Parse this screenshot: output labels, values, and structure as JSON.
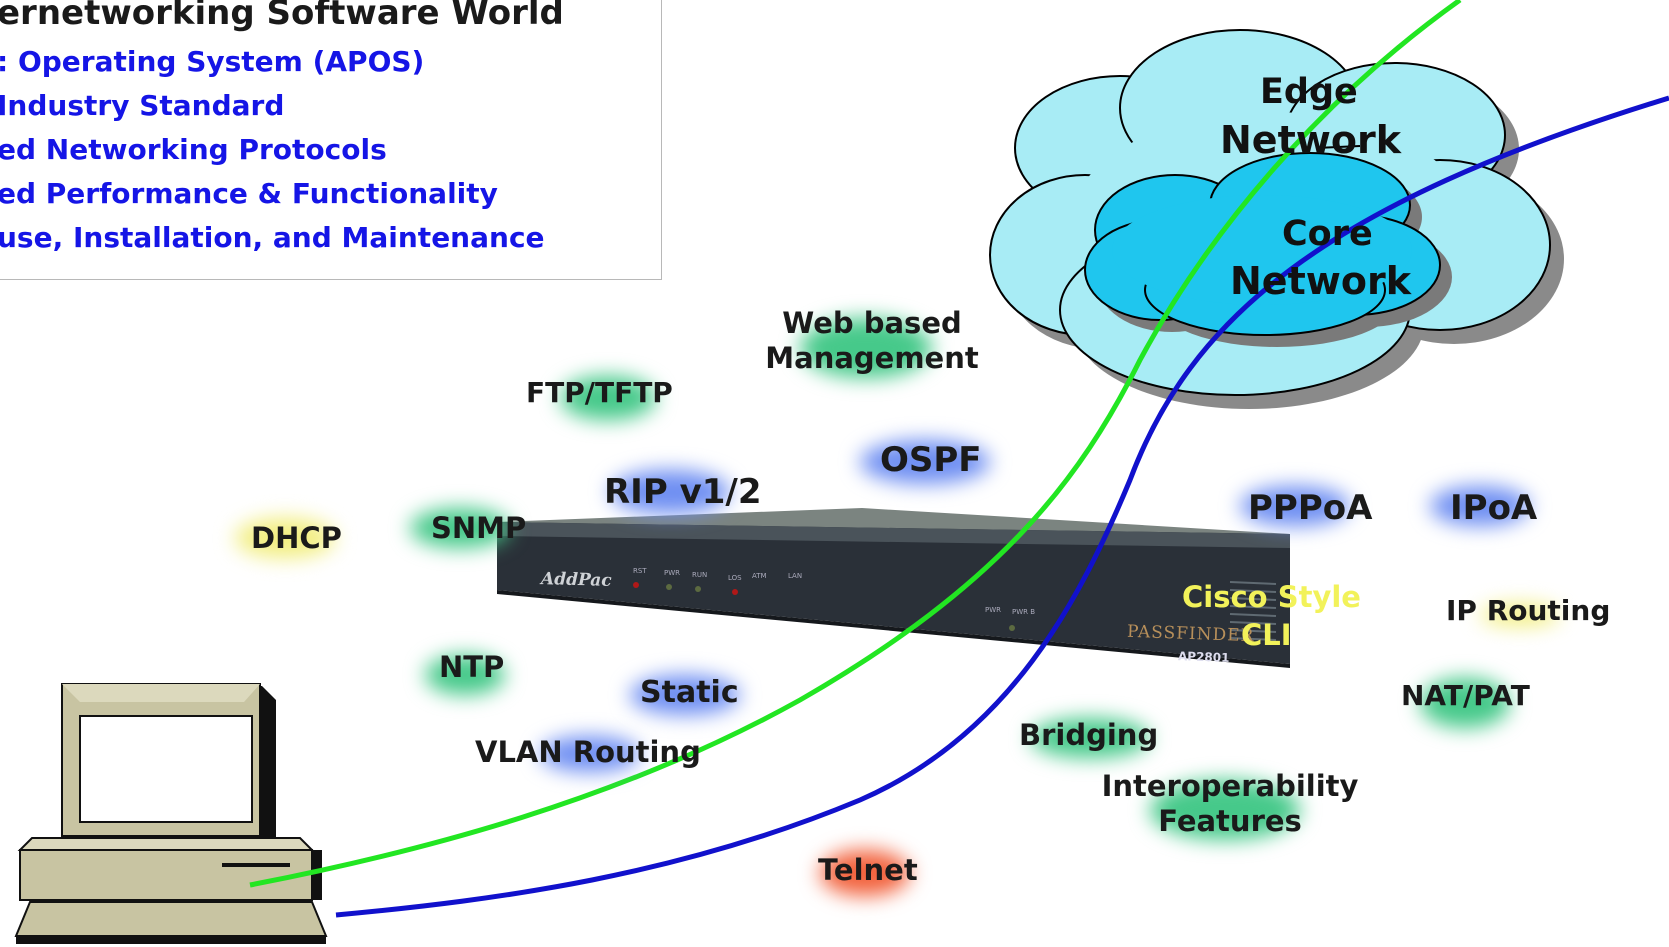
{
  "title": "ernetworking Software World",
  "bullets": [
    ": Operating System (APOS)",
    "Industry Standard",
    "ed Networking Protocols",
    "ed Performance & Functionality",
    "use, Installation, and Maintenance"
  ],
  "cloud": {
    "outer_line1": "Edge",
    "outer_line2": "Network",
    "inner_line1": "Core",
    "inner_line2": "Network"
  },
  "device": {
    "brand": "AddPac",
    "product": "PASSFINDER",
    "model": "AP2801",
    "cli_line1": "Cisco Style",
    "cli_line2": "CLI"
  },
  "features": {
    "web_mgmt_line1": "Web based",
    "web_mgmt_line2": "Management",
    "ftp": "FTP/TFTP",
    "ospf": "OSPF",
    "rip": "RIP v1/2",
    "pppoa": "PPPoA",
    "ipoa": "IPoA",
    "dhcp": "DHCP",
    "snmp": "SNMP",
    "ip_routing": "IP Routing",
    "ntp": "NTP",
    "static": "Static",
    "nat_pat": "NAT/PAT",
    "bridging": "Bridging",
    "vlan": "VLAN Routing",
    "interop_line1": "Interoperability",
    "interop_line2": "Features",
    "telnet": "Telnet"
  },
  "colors": {
    "bullet": "#1515e6",
    "green_line": "#22e622",
    "blue_line": "#1111cc",
    "cloud_fill": "#a8ecf5",
    "core_fill": "#1fc6ee",
    "cli_text": "#f2f25a"
  }
}
